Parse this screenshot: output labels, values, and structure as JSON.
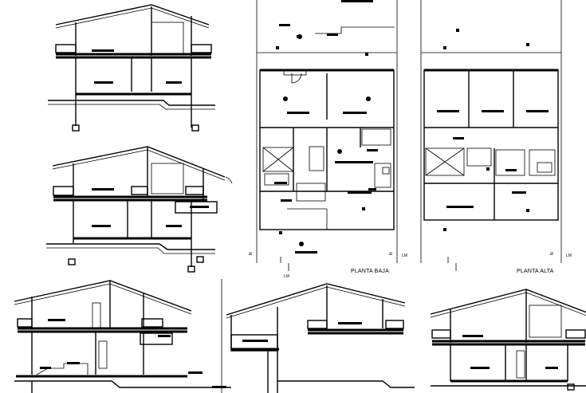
{
  "plans": {
    "ground_floor_label": "PLANTA BAJA",
    "upper_floor_label": "PLANTA ALTA",
    "axis_mark_left": "LM",
    "axis_mark_right": "LM",
    "axis_mark_ground_bottom": "LM",
    "axis_mark_upper_right": "LM",
    "side_mark": "N"
  },
  "colors": {
    "line": "#000000",
    "background": "#ffffff"
  }
}
